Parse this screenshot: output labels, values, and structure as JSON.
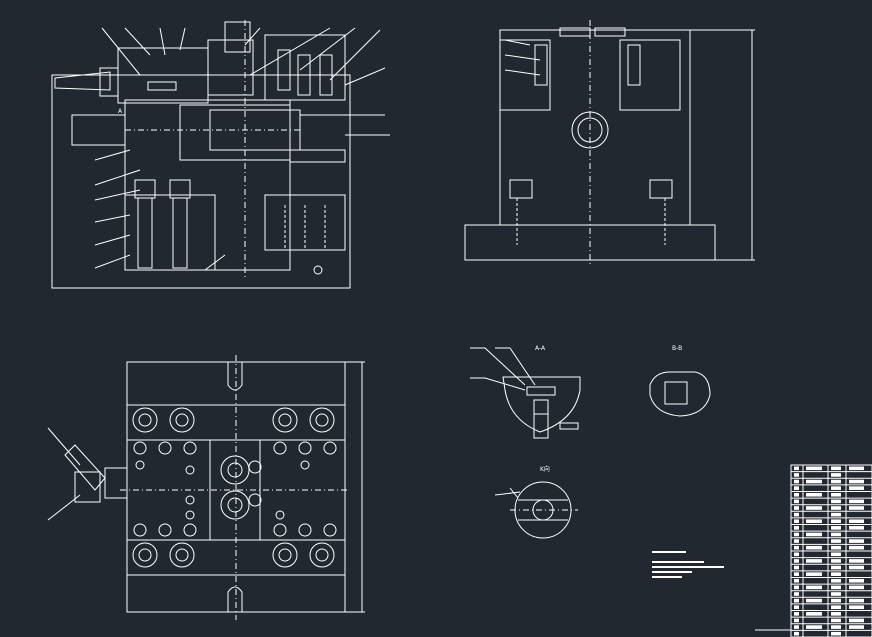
{
  "drawing": {
    "background_color": "#212830",
    "line_color": "#ffffff",
    "views": {
      "section_a": "A-A",
      "section_b": "B-B",
      "view_k": "K向",
      "view_a_marker": "A"
    },
    "title_block_rows": 26
  }
}
